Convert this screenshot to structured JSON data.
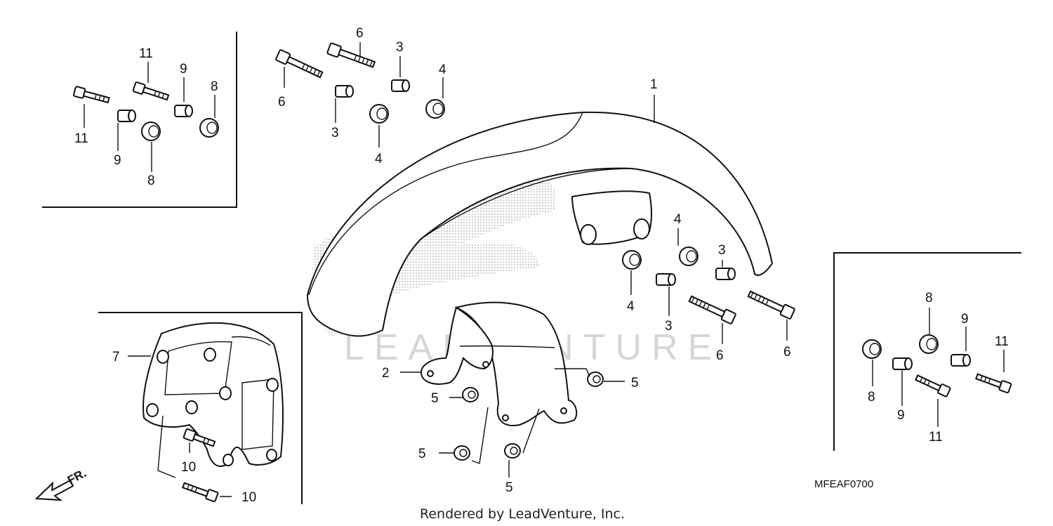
{
  "diagram": {
    "catalog_code": "MFEAF0700",
    "credit": "Rendered by LeadVenture, Inc.",
    "watermark": "LEADVENTURE",
    "front_marker": "FR.",
    "labels": {
      "p1": "1",
      "p2": "2",
      "p3a": "3",
      "p3b": "3",
      "p3c": "3",
      "p3d": "3",
      "p4a": "4",
      "p4b": "4",
      "p4c": "4",
      "p4d": "4",
      "p5a": "5",
      "p5b": "5",
      "p5c": "5",
      "p5d": "5",
      "p6a": "6",
      "p6b": "6",
      "p6c": "6",
      "p6d": "6",
      "p7": "7",
      "p8a": "8",
      "p8b": "8",
      "p8c": "8",
      "p8d": "8",
      "p9a": "9",
      "p9b": "9",
      "p9c": "9",
      "p9d": "9",
      "p10a": "10",
      "p10b": "10",
      "p11a": "11",
      "p11b": "11",
      "p11c": "11",
      "p11d": "11"
    },
    "colors": {
      "line": "#111111",
      "watermark": "#d6d6d6",
      "background": "#ffffff"
    }
  }
}
